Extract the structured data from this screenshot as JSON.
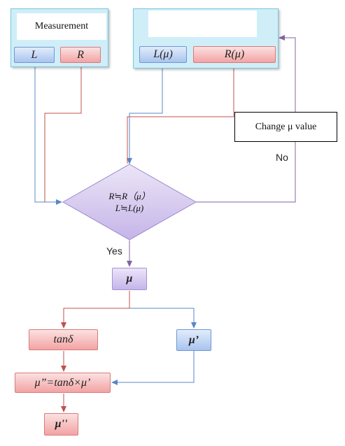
{
  "measurement": {
    "title": "Measurement",
    "l_label": "L",
    "r_label": "R"
  },
  "model": {
    "title": "",
    "l_label": "L(μ)",
    "r_label": "R(μ)"
  },
  "change_box": "Change μ value",
  "no_label": "No",
  "yes_label": "Yes",
  "decision": {
    "line1": "R≒R（μ）",
    "line2": "L≒L(μ)"
  },
  "mu_box": "μ",
  "tan_box": "tanδ",
  "mu_prime_box": "μ’",
  "formula_box": "μ”=tanδ×μ’",
  "mu_double_box": "μ''",
  "colors": {
    "blue": "#5b87c5",
    "red": "#c0504d",
    "purple": "#8064a2"
  }
}
